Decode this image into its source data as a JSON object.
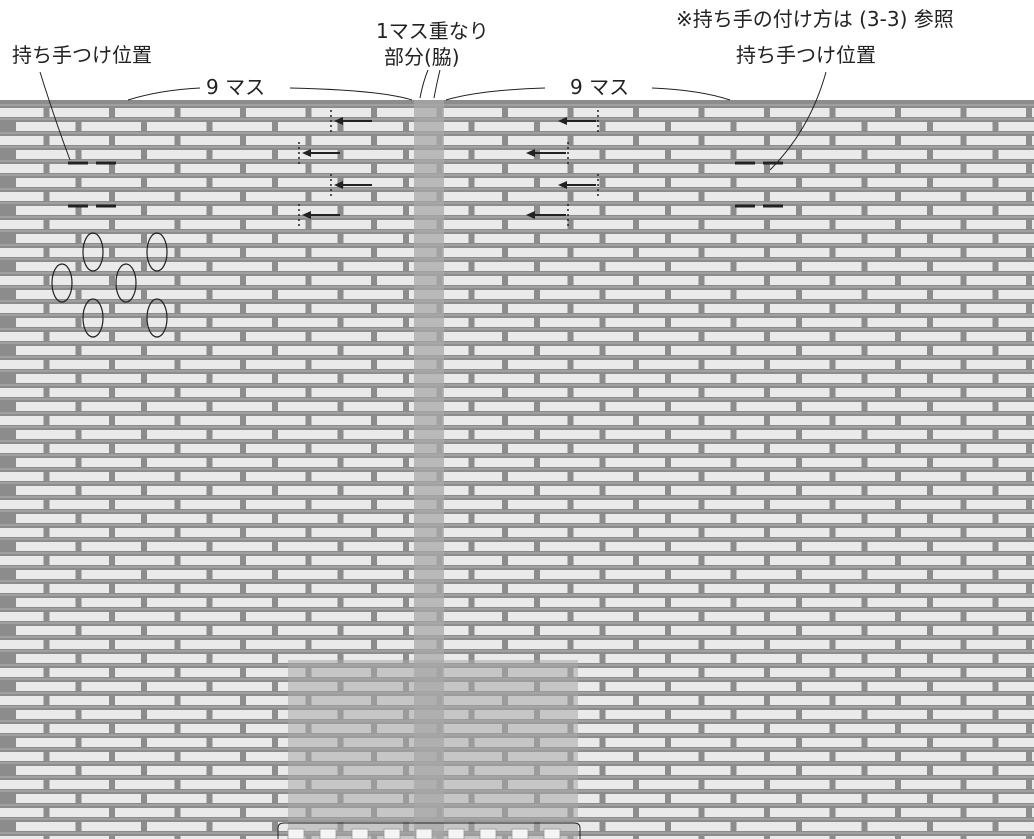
{
  "labels": {
    "handle_left": "持ち手つけ位置",
    "handle_right": "持ち手つけ位置",
    "overlap_line1": "1マス重なり",
    "overlap_line2": "部分(脇)",
    "nine_left": "9 マス",
    "nine_right": "9 マス",
    "note": "※持ち手の付け方は (3-3) 参照"
  },
  "colors": {
    "brick_fill": "#eaeaea",
    "mortar": "#8c8c8c",
    "overlap_band": "#a8a8a8",
    "ink": "#222222"
  },
  "icons": [
    "left-arrow-icon",
    "ellipse-marker-icon",
    "dash-marker-icon",
    "bracket-icon"
  ]
}
